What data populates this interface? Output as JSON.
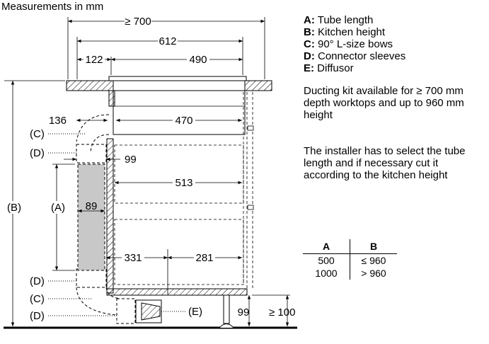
{
  "title": "Measurements in mm",
  "dimensions": {
    "total_width": "≥ 700",
    "width_612": "612",
    "width_122": "122",
    "width_490": "490",
    "width_470": "470",
    "width_136": "136",
    "width_99_top": "99",
    "width_513": "513",
    "width_89": "89",
    "width_331": "331",
    "width_281": "281",
    "height_99": "99",
    "height_100": "≥ 100"
  },
  "callouts": {
    "B": "(B)",
    "A": "(A)",
    "C_top": "(C)",
    "D_top": "(D)",
    "D_bottom": "(D)",
    "C_bottom": "(C)",
    "D_lowest": "(D)",
    "E": "(E)"
  },
  "legend": [
    {
      "key": "A:",
      "text": "Tube length"
    },
    {
      "key": "B:",
      "text": "Kitchen height"
    },
    {
      "key": "C:",
      "text": "90° L-size bows"
    },
    {
      "key": "D:",
      "text": "Connector sleeves"
    },
    {
      "key": "E:",
      "text": "Diffusor"
    }
  ],
  "notes": {
    "ducting": "Ducting kit available for ≥ 700 mm depth worktops and up to 960 mm height",
    "installer": "The installer has to select the tube length and if necessary cut it according to the kitchen height"
  },
  "table": {
    "headers": [
      "A",
      "B"
    ],
    "rows": [
      [
        "500",
        "≤ 960"
      ],
      [
        "1000",
        "> 960"
      ]
    ]
  }
}
